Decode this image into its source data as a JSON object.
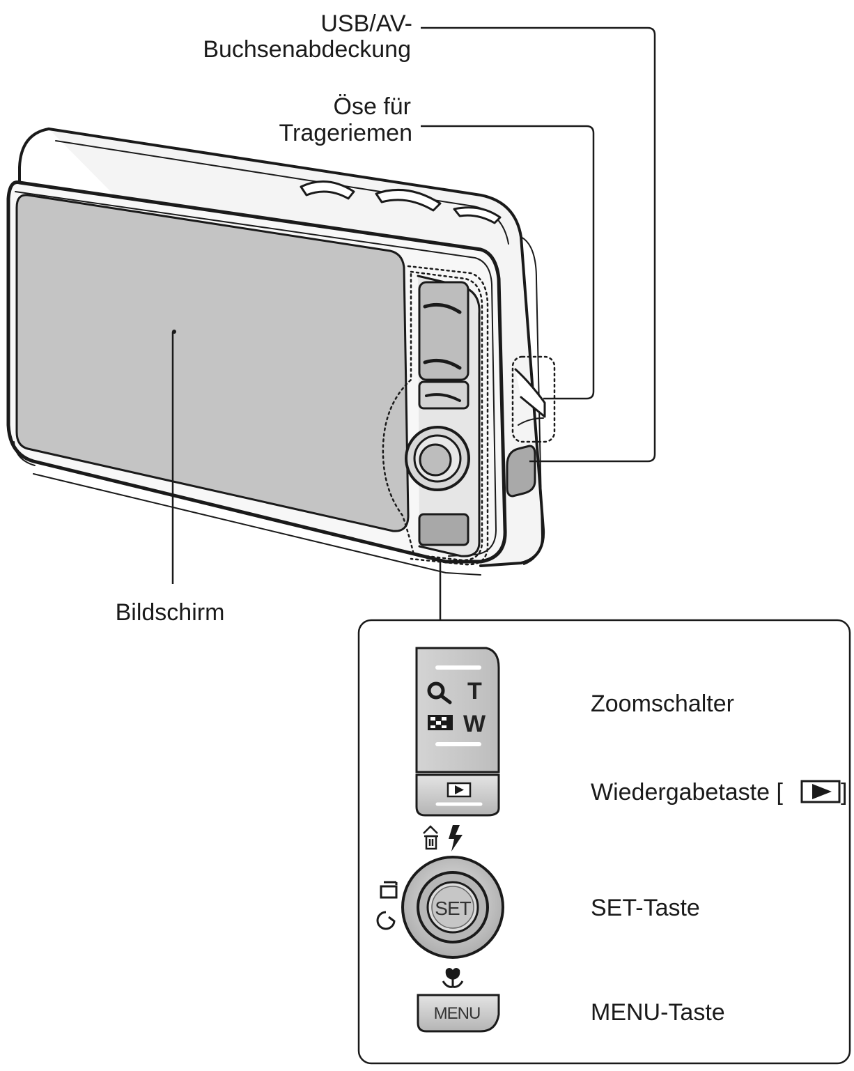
{
  "labels": {
    "usb_line1": "USB/AV-",
    "usb_line2": "Buchsenabdeckung",
    "strap_line1": "Öse für",
    "strap_line2": "Trageriemen",
    "screen": "Bildschirm",
    "zoom": "Zoomschalter",
    "playback": "Wiedergabetaste [",
    "playback_close": "]",
    "set": "SET-Taste",
    "menu": "MENU-Taste"
  },
  "buttons": {
    "zoom_tele": "T",
    "zoom_wide": "W",
    "set_text": "SET",
    "menu_text": "MENU"
  },
  "icons": [
    "search-icon",
    "thumbnail-icon",
    "play-icon",
    "delete-icon",
    "flash-icon",
    "self-timer-icon",
    "burst-icon",
    "macro-icon"
  ],
  "colors": {
    "line": "#1a1a1a",
    "screen": "#c4c4c4",
    "body": "#f4f4f4",
    "button": "#cfcfcf"
  }
}
